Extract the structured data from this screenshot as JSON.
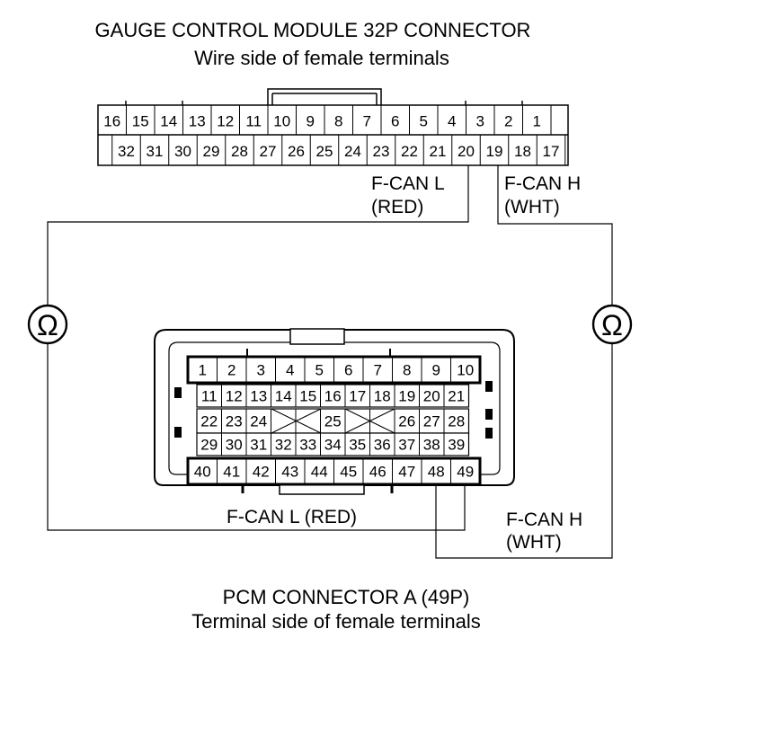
{
  "gcm": {
    "title": "GAUGE CONTROL MODULE 32P CONNECTOR",
    "subtitle": "Wire side of female terminals",
    "row1": [
      "16",
      "15",
      "14",
      "13",
      "12",
      "11",
      "10",
      "9",
      "8",
      "7",
      "6",
      "5",
      "4",
      "3",
      "2",
      "1"
    ],
    "row2": [
      "32",
      "31",
      "30",
      "29",
      "28",
      "27",
      "26",
      "25",
      "24",
      "23",
      "22",
      "21",
      "20",
      "19",
      "18",
      "17"
    ]
  },
  "pcm": {
    "title": "PCM CONNECTOR A (49P)",
    "subtitle": "Terminal side of female terminals",
    "row1": [
      "1",
      "2",
      "3",
      "4",
      "5",
      "6",
      "7",
      "8",
      "9",
      "10"
    ],
    "row2": [
      "11",
      "12",
      "13",
      "14",
      "15",
      "16",
      "17",
      "18",
      "19",
      "20",
      "21"
    ],
    "row3": [
      "22",
      "23",
      "24",
      "",
      "",
      "25",
      "",
      "",
      "26",
      "27",
      "28"
    ],
    "row4": [
      "29",
      "30",
      "31",
      "32",
      "33",
      "34",
      "35",
      "36",
      "37",
      "38",
      "39"
    ],
    "row5": [
      "40",
      "41",
      "42",
      "43",
      "44",
      "45",
      "46",
      "47",
      "48",
      "49"
    ]
  },
  "labels": {
    "fcan_l_top_1": "F-CAN L",
    "fcan_l_top_2": "(RED)",
    "fcan_h_top_1": "F-CAN H",
    "fcan_h_top_2": "(WHT)",
    "fcan_l_bottom": "F-CAN L (RED)",
    "fcan_h_bottom_1": "F-CAN H",
    "fcan_h_bottom_2": "(WHT)",
    "ohm_symbol": "Ω"
  },
  "meter_icon": "ohmmeter-icon"
}
